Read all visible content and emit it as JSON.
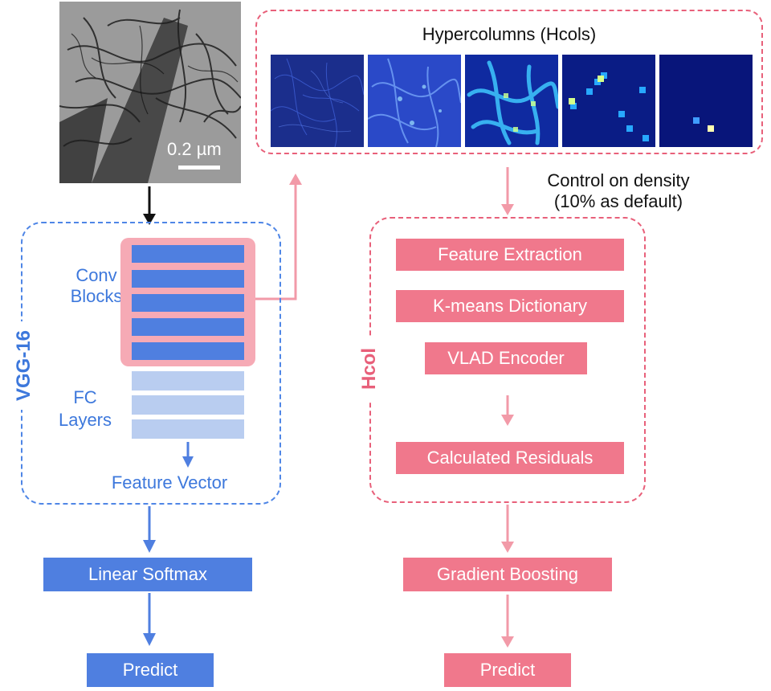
{
  "tem_image": {
    "scale_label": "0.2 µm"
  },
  "hypercolumns": {
    "title": "Hypercolumns (Hcols)",
    "panel_count": 5
  },
  "density_note": {
    "line1": "Control on density",
    "line2": "(10% as default)"
  },
  "vgg": {
    "name": "VGG-16",
    "conv_label_1": "Conv",
    "conv_label_2": "Blocks",
    "fc_label_1": "FC",
    "fc_label_2": "Layers",
    "feature_vector": "Feature Vector",
    "conv_block_count": 5,
    "fc_layer_count": 3
  },
  "hcol": {
    "name": "Hcol",
    "steps": [
      "Feature Extraction",
      "K-means Dictionary",
      "VLAD Encoder",
      "Calculated Residuals"
    ]
  },
  "left_flow": {
    "classifier": "Linear Softmax",
    "predict": "Predict"
  },
  "right_flow": {
    "classifier": "Gradient Boosting",
    "predict": "Predict"
  },
  "colors": {
    "blue": "#4f7fe0",
    "light_blue": "#b9cdf0",
    "pink": "#f0788c",
    "light_pink": "#f6aab5",
    "dashed_blue": "#4f86e6",
    "dashed_pink": "#e8607a",
    "text_blue": "#3d78dc",
    "text_pink": "#e8607a"
  }
}
